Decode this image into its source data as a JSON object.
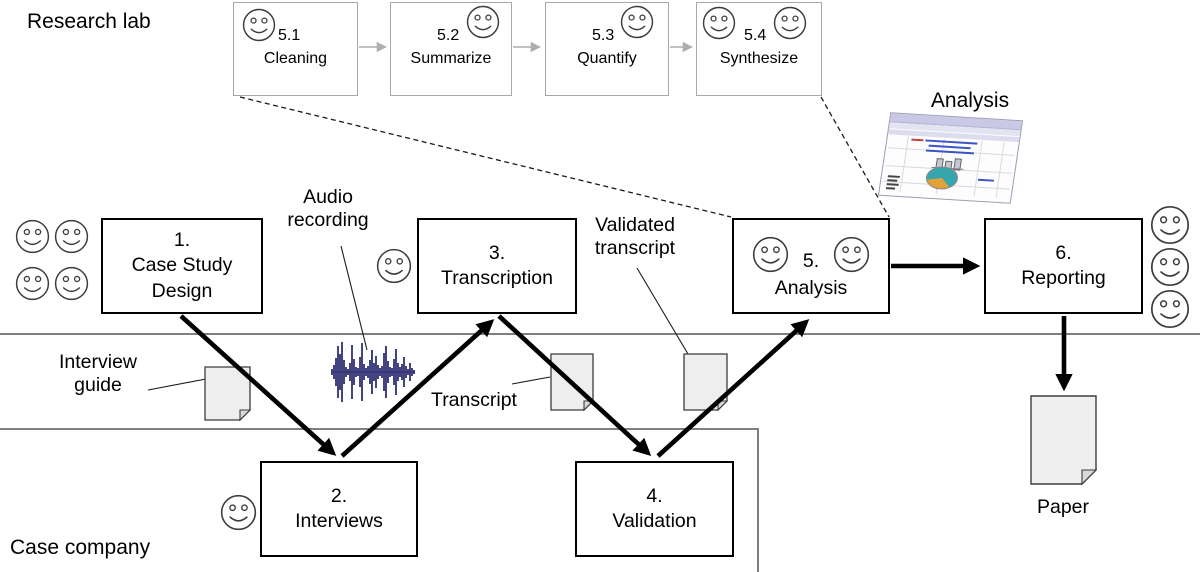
{
  "diagram": {
    "lanes": {
      "research_lab": "Research lab",
      "case_company": "Case company"
    },
    "subprocess_steps": [
      {
        "num": "5.1",
        "label": "Cleaning"
      },
      {
        "num": "5.2",
        "label": "Summarize"
      },
      {
        "num": "5.3",
        "label": "Quantify"
      },
      {
        "num": "5.4",
        "label": "Synthesize"
      }
    ],
    "process_steps": [
      {
        "num": "1.",
        "label": "Case Study Design"
      },
      {
        "num": "2.",
        "label": "Interviews"
      },
      {
        "num": "3.",
        "label": "Transcription"
      },
      {
        "num": "4.",
        "label": "Validation"
      },
      {
        "num": "5.",
        "label": "Analysis"
      },
      {
        "num": "6.",
        "label": "Reporting"
      }
    ],
    "artifact_labels": {
      "interview_guide": "Interview guide",
      "audio_recording": "Audio recording",
      "transcript": "Transcript",
      "validated_transcript": "Validated transcript",
      "analysis_screenshot": "Analysis",
      "paper": "Paper"
    },
    "icons": {
      "smiley": "smiley-face-icon",
      "document": "document-icon",
      "audio_waveform": "audio-waveform-icon",
      "spreadsheet": "spreadsheet-screenshot-icon"
    },
    "colors": {
      "process_box_border": "#000000",
      "subprocess_box_border": "#a8a8a8",
      "lane_line": "#7f7f7f",
      "arrow": "#000000",
      "subprocess_arrow": "#aeaeae",
      "document_fill": "#eeeeee",
      "waveform": "#23236b",
      "pie_teal": "#36a6ac",
      "pie_orange": "#e2a23a"
    }
  }
}
